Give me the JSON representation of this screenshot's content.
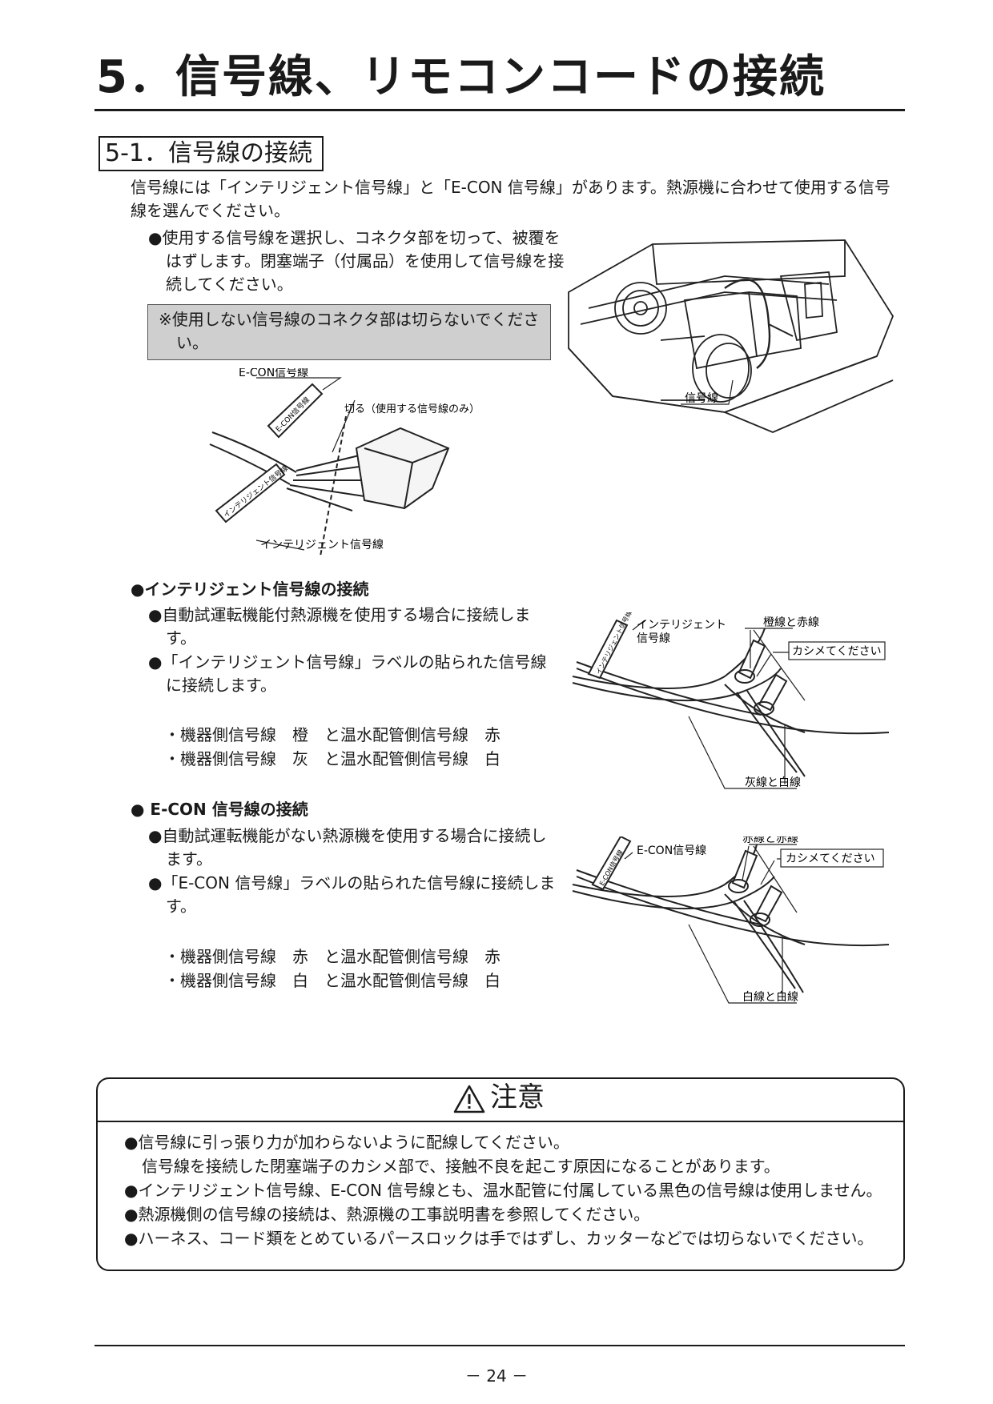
{
  "page": {
    "title": "5．信号線、リモコンコードの接続",
    "section_heading": "5-1．信号線の接続",
    "intro": "信号線には「インテリジェント信号線」と「E-CON 信号線」があります。熱源機に合わせて使用する信号線を選んでください。",
    "bullet_main": "●使用する信号線を選択し、コネクタ部を切って、被覆をはずします。閉塞端子（付属品）を使用して信号線を接続してください。",
    "note": "※使用しない信号線のコネクタ部は切らないでください。",
    "page_number": "－ 24 －"
  },
  "figures": {
    "cut_diagram": {
      "econ_label": "E-CON信号線",
      "cut_label": "切る（使用する信号線のみ）",
      "intelligent_label": "インテリジェント信号線",
      "tag_econ": "E-CON信号線",
      "tag_intel": "インテリジェント信号線"
    },
    "unit_diagram": {
      "signal_label": "信号線"
    },
    "intel_diagram": {
      "wire_label_1": "インテリジェント",
      "wire_label_2": "信号線",
      "pair1": "橙線と赤線",
      "crimp": "カシメてください",
      "pair2": "灰線と白線",
      "tag": "インテリジェント信号線"
    },
    "econ_diagram": {
      "wire_label": "E-CON信号線",
      "pair1": "赤線と赤線",
      "crimp": "カシメてください",
      "pair2": "白線と白線",
      "tag": "E-CON信号線"
    }
  },
  "intelligent": {
    "heading": "●インテリジェント信号線の接続",
    "bullet1": "●自動試運転機能付熱源機を使用する場合に接続します。",
    "bullet2": "●「インテリジェント信号線」ラベルの貼られた信号線に接続します。",
    "conn1": "・機器側信号線　橙　と温水配管側信号線　赤",
    "conn2": "・機器側信号線　灰　と温水配管側信号線　白"
  },
  "econ": {
    "heading": "● E-CON 信号線の接続",
    "bullet1": "●自動試運転機能がない熱源機を使用する場合に接続します。",
    "bullet2": "●「E-CON 信号線」ラベルの貼られた信号線に接続します。",
    "conn1": "・機器側信号線　赤　と温水配管側信号線　赤",
    "conn2": "・機器側信号線　白　と温水配管側信号線　白"
  },
  "caution": {
    "title": "注意",
    "items": [
      "●信号線に引っ張り力が加わらないように配線してください。",
      "信号線を接続した閉塞端子のカシメ部で、接触不良を起こす原因になることがあります。",
      "●インテリジェント信号線、E-CON 信号線とも、温水配管に付属している黒色の信号線は使用しません。",
      "●熱源機側の信号線の接続は、熱源機の工事説明書を参照してください。",
      "●ハーネス、コード類をとめているパースロックは手ではずし、カッターなどでは切らないでください。"
    ]
  }
}
